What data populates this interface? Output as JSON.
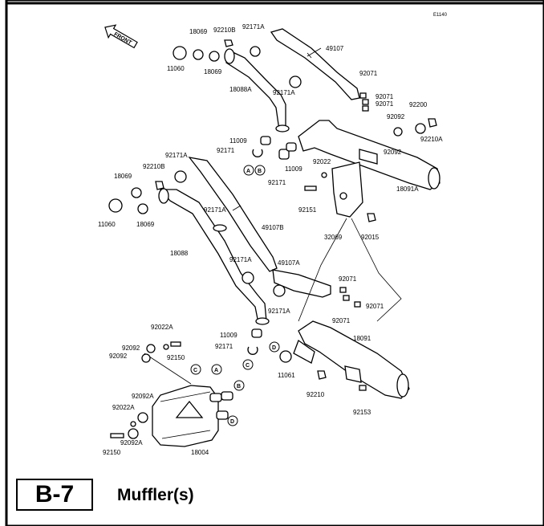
{
  "figure_code": "E1140",
  "front_label": "FRONT",
  "section_code": "B-7",
  "section_title": "Muffler(s)",
  "part_labels": {
    "p18069_a": "18069",
    "p92210b_a": "92210B",
    "p92171a_a": "92171A",
    "p11060_a": "11060",
    "p18069_b": "18069",
    "p18088a": "18088A",
    "p49107": "49107",
    "p92171a_b": "92171A",
    "p92071_a": "92071",
    "p92071_b": "92071",
    "p92071_c": "92071",
    "p92200": "92200",
    "p92092_a": "92092",
    "p92210a": "92210A",
    "p92092_b": "92092",
    "p11009_a": "11009",
    "p92171_a": "92171",
    "p11009_b": "11009",
    "p92171_b": "92171",
    "p92022_a": "92022",
    "p18091a": "18091A",
    "p92151": "92151",
    "p32069": "32069",
    "p92015": "92015",
    "p92171a_c": "92171A",
    "p92210b_b": "92210B",
    "p18069_c": "18069",
    "p11060_b": "11060",
    "p18069_d": "18069",
    "p92171a_d": "92171A",
    "p49107b": "49107B",
    "p18088": "18088",
    "p92171a_e": "92171A",
    "p49107a": "49107A",
    "p92071_d": "92071",
    "p92071_e": "92071",
    "p92071_f": "92071",
    "p92171a_f": "92171A",
    "p18091": "18091",
    "p92022a_a": "92022A",
    "p92092_c": "92092",
    "p92150_a": "92150",
    "p92092_d": "92092",
    "p11009_c": "11009",
    "p92171_c": "92171",
    "p11061": "11061",
    "p92210": "92210",
    "p92153": "92153",
    "p92092a_a": "92092A",
    "p92022a_b": "92022A",
    "p92092a_b": "92092A",
    "p92150_b": "92150",
    "p18004": "18004"
  },
  "ref_markers": {
    "a1": "A",
    "b1": "B",
    "c1": "C",
    "d1": "D",
    "c2": "C",
    "a2": "A",
    "b2": "B",
    "d2": "D"
  }
}
